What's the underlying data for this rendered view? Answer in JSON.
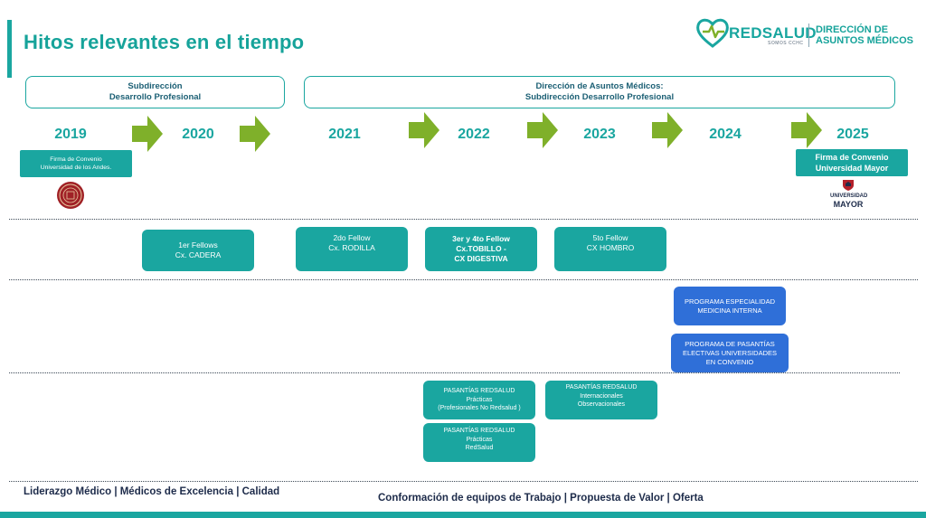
{
  "page": {
    "title": "Hitos relevantes en el tiempo",
    "accent_color": "#1aa6a0",
    "arrow_color": "#7fb02a",
    "blue_color": "#2f6fd8"
  },
  "logo": {
    "brand": "REDSALUD",
    "brand_sub": "SOMOS CCHC",
    "right_line1": "DIRECCIÓN DE",
    "right_line2": "ASUNTOS MÉDICOS"
  },
  "headers": {
    "left_line1": "Subdirección",
    "left_line2": "Desarrollo Profesional",
    "right_line1": "Dirección de Asuntos Médicos:",
    "right_line2": "Subdirección Desarrollo Profesional"
  },
  "years": [
    "2019",
    "2020",
    "2021",
    "2022",
    "2023",
    "2024",
    "2025"
  ],
  "convenios": {
    "andes_line1": "Firma de Convenio",
    "andes_line2": "Universidad de los Andes.",
    "mayor_line1": "Firma de Convenio",
    "mayor_line2": "Universidad Mayor",
    "mayor_logo_line1": "UNIVERSIDAD",
    "mayor_logo_line2": "MAYOR"
  },
  "fellows": [
    {
      "line1": "1er  Fellows",
      "line2": "Cx. CADERA",
      "line3": ""
    },
    {
      "line1": "2do  Fellow",
      "line2": "Cx. RODILLA",
      "line3": ""
    },
    {
      "line1": "3er y 4to  Fellow",
      "line2": "Cx.TOBILLO -",
      "line3": "CX DIGESTIVA"
    },
    {
      "line1": "5to    Fellow",
      "line2": "CX HOMBRO",
      "line3": ""
    }
  ],
  "programas": [
    {
      "line1": "PROGRAMA ESPECIALIDAD",
      "line2": "MEDICINA INTERNA",
      "line3": ""
    },
    {
      "line1": "PROGRAMA DE PASANTÍAS",
      "line2": "ELECTIVAS UNIVERSIDADES",
      "line3": "EN CONVENIO"
    }
  ],
  "pasantias": [
    {
      "line1": "PASANTÍAS REDSALUD",
      "line2": "Prácticas",
      "line3": "(Profesionales No Redsalud )"
    },
    {
      "line1": "PASANTÍAS REDSALUD",
      "line2": "Internacionales",
      "line3": "Observacionales"
    },
    {
      "line1": "PASANTÍAS REDSALUD",
      "line2": "Prácticas",
      "line3": "RedSalud"
    }
  ],
  "footer": {
    "left": "Liderazgo Médico | Médicos de Excelencia | Calidad",
    "right": "Conformación de equipos de Trabajo | Propuesta de Valor | Oferta"
  }
}
